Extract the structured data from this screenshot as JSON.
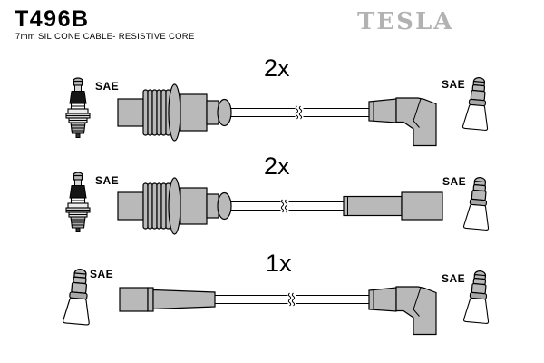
{
  "header": {
    "part_number": "T496B",
    "subtitle": "7mm SILICONE CABLE- RESISTIVE CORE",
    "brand": "TESLA"
  },
  "colors": {
    "boot_gray": "#b9b9b9",
    "brand_gray": "#b2b2b2",
    "outline_black": "#000000",
    "background": "#ffffff"
  },
  "rows": [
    {
      "quantity": "2x",
      "left_connector_label": "SAE",
      "right_connector_label": "SAE",
      "left_icon": "spark-plug-icon",
      "right_icon": "spark-plug-boot-icon",
      "left_end": "coil-end-ribbed-boot",
      "right_end": "angled-elbow-boot"
    },
    {
      "quantity": "2x",
      "left_connector_label": "SAE",
      "right_connector_label": "SAE",
      "left_icon": "spark-plug-icon",
      "right_icon": "spark-plug-boot-icon",
      "left_end": "coil-end-ribbed-boot",
      "right_end": "straight-boot"
    },
    {
      "quantity": "1x",
      "left_connector_label": "SAE",
      "right_connector_label": "SAE",
      "left_icon": "spark-plug-boot-icon",
      "right_icon": "spark-plug-boot-icon",
      "left_end": "distributor-end-boot",
      "right_end": "angled-elbow-boot"
    }
  ]
}
